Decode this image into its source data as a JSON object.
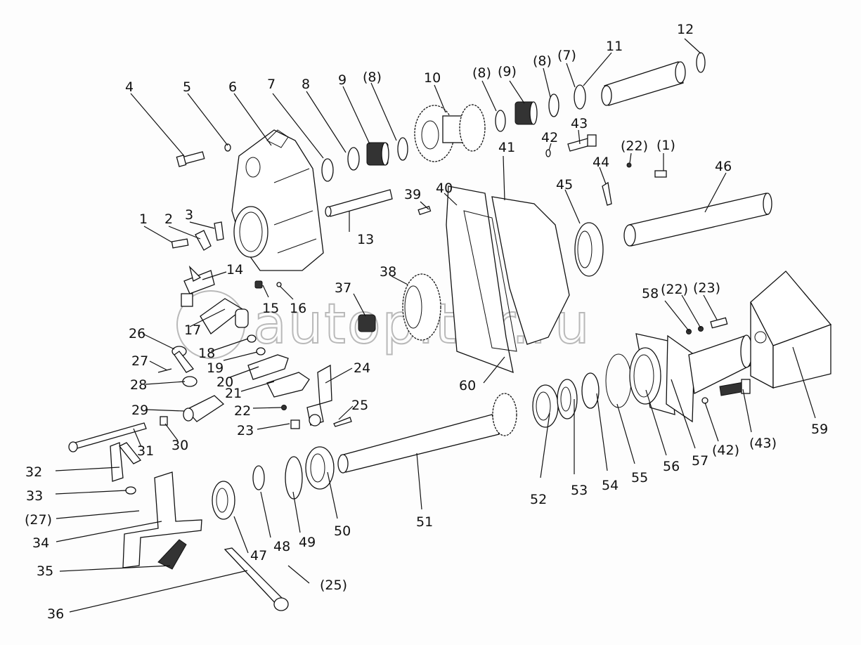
{
  "diagram": {
    "type": "exploded-parts-view",
    "watermark": "autopiter.ru",
    "labels": {
      "l1": "1",
      "l2": "2",
      "l3": "3",
      "l4": "4",
      "l5": "5",
      "l6": "6",
      "l7": "7",
      "l8": "8",
      "l9": "9",
      "l8b": "(8)",
      "l10": "10",
      "l8c": "(8)",
      "l9b": "(9)",
      "l8d": "(8)",
      "l7b": "(7)",
      "l11": "11",
      "l12": "12",
      "l13": "13",
      "l14": "14",
      "l15": "15",
      "l16": "16",
      "l17": "17",
      "l18": "18",
      "l19": "19",
      "l20": "20",
      "l21": "21",
      "l22": "22",
      "l23": "23",
      "l24": "24",
      "l25": "25",
      "l26": "26",
      "l27": "27",
      "l28": "28",
      "l29": "29",
      "l30": "30",
      "l31": "31",
      "l32": "32",
      "l33": "33",
      "l27b": "(27)",
      "l34": "34",
      "l35": "35",
      "l36": "36",
      "l37": "37",
      "l38": "38",
      "l39": "39",
      "l40": "40",
      "l41": "41",
      "l42": "42",
      "l43": "43",
      "l44": "44",
      "l22b": "(22)",
      "l1b": "(1)",
      "l45": "45",
      "l46": "46",
      "l47": "47",
      "l48": "48",
      "l49": "49",
      "l50": "50",
      "l51": "51",
      "l52": "52",
      "l53": "53",
      "l54": "54",
      "l55": "55",
      "l56": "56",
      "l57": "57",
      "l58": "58",
      "l22c": "(22)",
      "l23b": "(23)",
      "l59": "59",
      "l60": "60",
      "l42b": "(42)",
      "l43b": "(43)",
      "l25b": "(25)"
    }
  }
}
